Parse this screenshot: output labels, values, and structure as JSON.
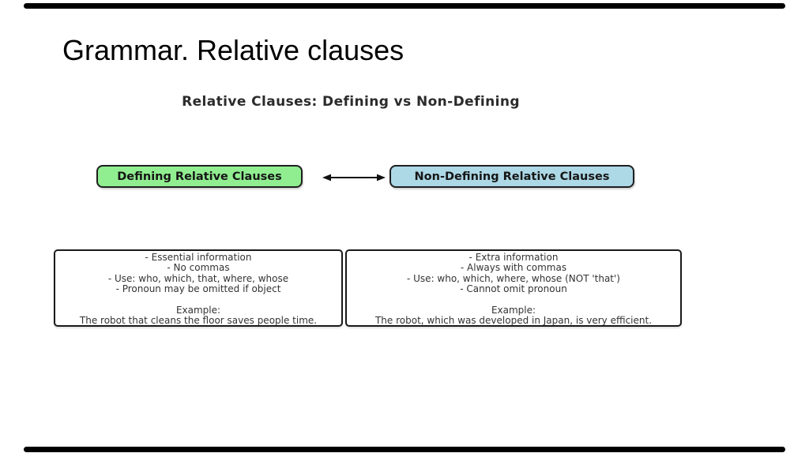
{
  "slide": {
    "title": "Grammar. Relative clauses"
  },
  "viewer": {
    "bar_color": "#000000"
  },
  "diagram": {
    "title": "Relative Clauses: Defining vs Non-Defining",
    "border_color": "#1a1a1a",
    "text_color": "#333333",
    "defining": {
      "label": "Defining Relative Clauses",
      "fill_color": "#90EE90",
      "points": [
        "- Essential information",
        "- No commas",
        "- Use: who, which, that, where, whose",
        "- Pronoun may be omitted if object"
      ],
      "example_heading": "Example:",
      "example": "The robot that cleans the floor saves people time."
    },
    "non_defining": {
      "label": "Non-Defining Relative Clauses",
      "fill_color": "#ADD8E6",
      "points": [
        "- Extra information",
        "- Always with commas",
        "- Use: who, which, where, whose (NOT 'that')",
        "- Cannot omit pronoun"
      ],
      "example_heading": "Example:",
      "example": "The robot, which was developed in Japan, is very efficient."
    }
  }
}
